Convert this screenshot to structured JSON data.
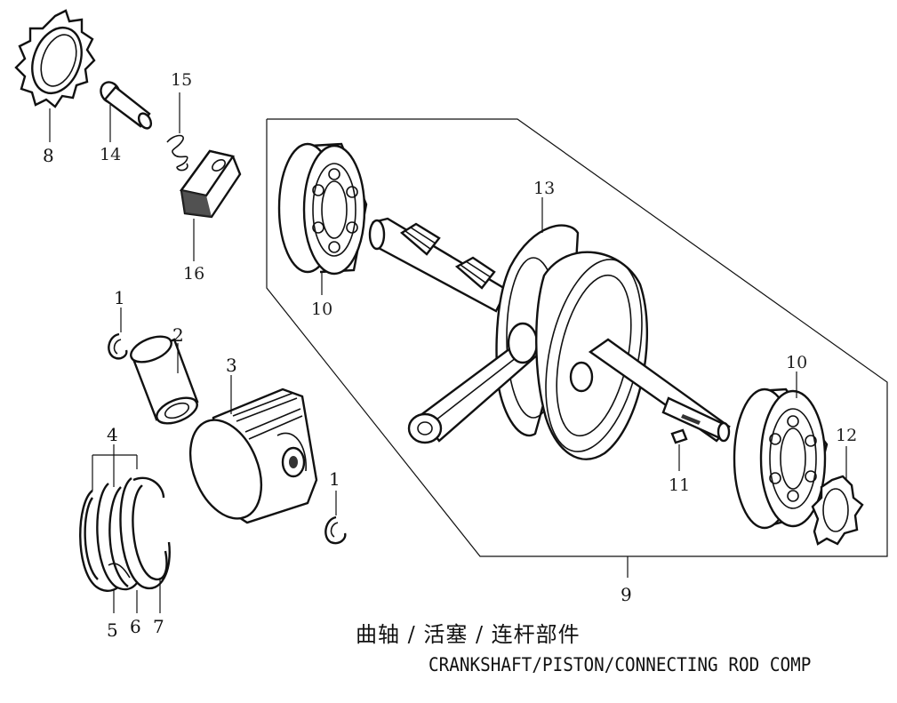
{
  "title_cn": "曲轴 / 活塞 / 连杆部件",
  "title_en": "CRANKSHAFT/PISTON/CONNECTING ROD COMP",
  "callouts": {
    "n8": "8",
    "n14": "14",
    "n15": "15",
    "n16": "16",
    "n1a": "1",
    "n2": "2",
    "n3": "3",
    "n1b": "1",
    "n4": "4",
    "n5": "5",
    "n6": "6",
    "n7": "7",
    "n9": "9",
    "n10a": "10",
    "n13": "13",
    "n10b": "10",
    "n11": "11",
    "n12": "12"
  }
}
